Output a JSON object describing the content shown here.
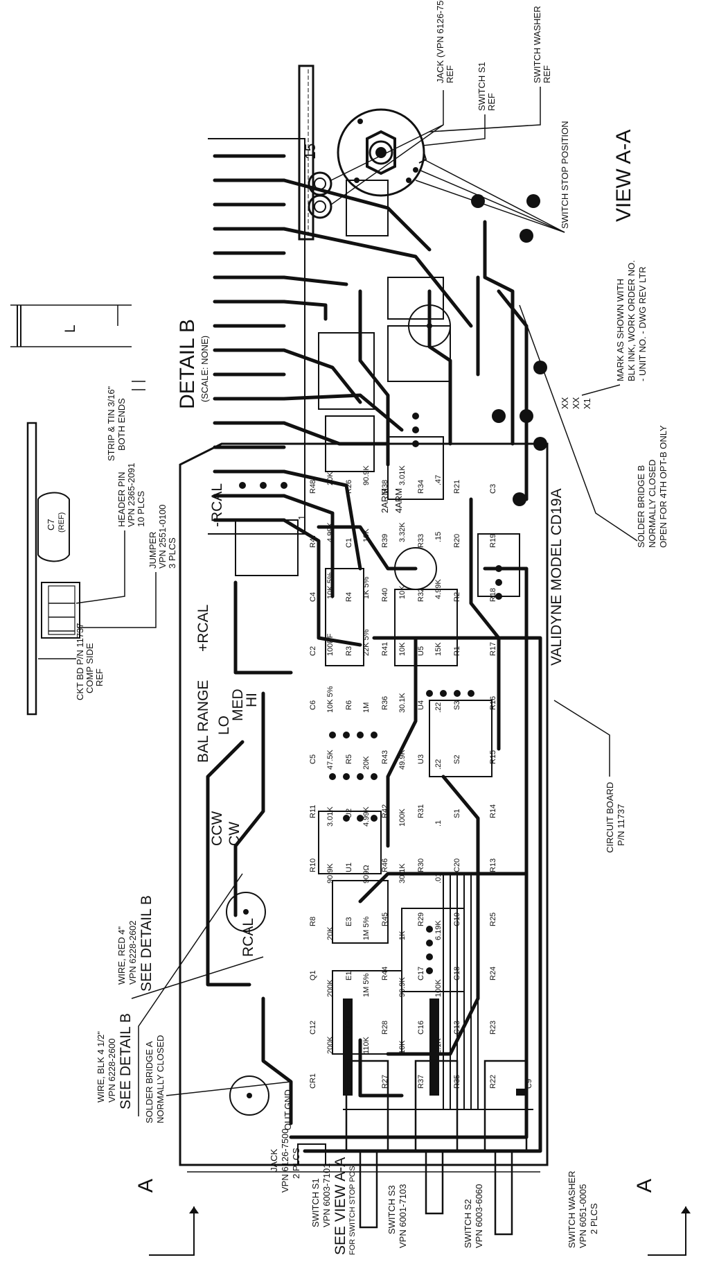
{
  "view": {
    "title": "VIEW A-A",
    "labels": {
      "jack_ref": "JACK (VPN 6126-7500)",
      "jack_ref2": "REF",
      "switch_s1_ref": "SWITCH S1",
      "switch_s1_ref2": "REF",
      "switch_washer_ref": "SWITCH WASHER",
      "switch_washer_ref2": "REF",
      "switch_stop": "SWITCH STOP POSITION"
    }
  },
  "detail_b": {
    "title": "DETAIL B",
    "scale": "(SCALE: NONE)",
    "dim": "L",
    "strip_1": "STRIP & TIN 3/16\"",
    "strip_2": "BOTH ENDS"
  },
  "side_view": {
    "header_pin_1": "HEADER PIN",
    "header_pin_2": "VPN 2365-2091",
    "header_pin_3": "10 PLCS",
    "jumper_1": "JUMPER",
    "jumper_2": "VPN 2551-0100",
    "jumper_3": "3 PLCS",
    "c7": "C7",
    "c7_ref": "(REF)",
    "ckt_1": "CKT BD P/N 11737",
    "ckt_2": "COMP SIDE",
    "ckt_3": "REF"
  },
  "board": {
    "model": "VALIDYNE MODEL CD19A",
    "top_labels": {
      "bal_range": "BAL RANGE",
      "plus_rcal": "+RCAL",
      "minus_rcal": "-RCAL",
      "lo": "LO",
      "med": "MED",
      "hi": "HI",
      "rcal": "RCAL",
      "ccw": "CCW",
      "cw": "CW",
      "out": "OUT",
      "gnd": "GND",
      "two_arm": "2ARM",
      "four_arm": "4ARM",
      "pin15": "15",
      "pin1": "1"
    },
    "components": [
      "CR1",
      "C12",
      "Q1",
      "R8",
      "R10",
      "R11",
      "C5",
      "C6",
      "C2",
      "C4",
      "R47",
      "R48",
      "R12",
      "C14",
      "E1",
      "E3",
      "U1",
      "U2",
      "R5",
      "R6",
      "R3",
      "R4",
      "C1",
      "R26",
      "R27",
      "R28",
      "R44",
      "R45",
      "R46",
      "R42",
      "R43",
      "R36",
      "R41",
      "R40",
      "R39",
      "R38",
      "R37",
      "C16",
      "C17",
      "R29",
      "R30",
      "R31",
      "U3",
      "U4",
      "U5",
      "R32",
      "R33",
      "R34",
      "R35",
      "C13",
      "C18",
      "C19",
      "C20",
      "S1",
      "S2",
      "S3",
      "R1",
      "R2",
      "R20",
      "R21",
      "R22",
      "R23",
      "R24",
      "R25",
      "R13",
      "R14",
      "R15",
      "R16",
      "R17",
      "R18",
      "R19",
      "C3",
      "C9"
    ],
    "values": [
      "200K",
      "200K",
      "20K",
      "90.9K",
      "3.01K",
      "47.5K",
      "10K 5%",
      "100PF",
      "10K 5%",
      "4.99K",
      "20K",
      "110K",
      "1M 5%",
      "1M 5%",
      "909Ω",
      "4.99K",
      "20K",
      "1M",
      "22K 5%",
      "1K 5%",
      "10K",
      "90.9K",
      "10K",
      "90.9K",
      "1K",
      "30.1K",
      "100K",
      "49.9K",
      "30.1K",
      "10K",
      "10K",
      "3.32K",
      "3.01K",
      "2.1K",
      "100K",
      "6.19K",
      ".01",
      ".1",
      ".22",
      ".22",
      "15K",
      "4.99K",
      ".15",
      ".47"
    ]
  },
  "callouts": {
    "wire_blk_1": "WIRE, BLK 4 1/2\"",
    "wire_blk_2": "VPN 6228-2600",
    "wire_blk_3": "SEE DETAIL B",
    "wire_red_1": "WIRE, RED 4\"",
    "wire_red_2": "VPN 6228-2602",
    "wire_red_3": "SEE DETAIL B",
    "solder_a_1": "SOLDER BRIDGE A",
    "solder_a_2": "NORMALLY CLOSED",
    "jack_1": "JACK",
    "jack_2": "VPN 6126-7500",
    "jack_3": "2 PLCS",
    "s1_1": "SWITCH S1",
    "s1_2": "VPN 6003-7101",
    "s1_3": "SEE VIEW A-A",
    "s1_4": "FOR SWITCH STOP POS.",
    "s3_1": "SWITCH S3",
    "s3_2": "VPN 6001-7103",
    "s2_1": "SWITCH S2",
    "s2_2": "VPN 6003-6060",
    "washer_1": "SWITCH WASHER",
    "washer_2": "VPN 6051-0005",
    "washer_3": "2 PLCS",
    "circuit_board_1": "CIRCUIT BOARD",
    "circuit_board_2": "P/N 11737",
    "solder_b_1": "SOLDER BRIDGE B",
    "solder_b_2": "NORMALLY CLOSED",
    "solder_b_3": "OPEN FOR 4TH OPT-B ONLY",
    "mark_1": "MARK AS SHOWN WITH",
    "mark_2": "BLK INK, WORK ORDER NO.",
    "mark_3": "- UNIT NO. - DWG REV LTR",
    "mark_code_1": "XX",
    "mark_code_2": "XX",
    "mark_code_3": "X1",
    "section_a": "A"
  }
}
